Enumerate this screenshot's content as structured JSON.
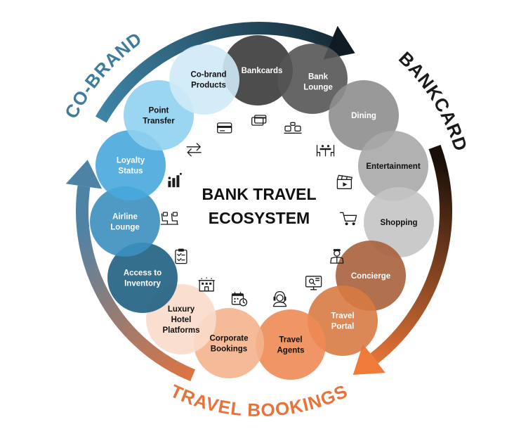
{
  "center_title": [
    "BANK TRAVEL",
    "ECOSYSTEM"
  ],
  "segments": [
    {
      "id": "bankcard",
      "label": "BANKCARD",
      "color": "#1a1a1a"
    },
    {
      "id": "travel-bookings",
      "label": "TRAVEL BOOKINGS",
      "color": "#e8733a"
    },
    {
      "id": "co-brand",
      "label": "CO-BRAND",
      "color": "#3e7c9e"
    }
  ],
  "nodes": [
    {
      "lines": [
        "Bankcards"
      ],
      "color": "#3a3a3a",
      "text_color": "#ffffff",
      "icon": "credit-cards-icon"
    },
    {
      "lines": [
        "Bank",
        "Lounge"
      ],
      "color": "#555555",
      "text_color": "#ffffff",
      "icon": "lounge-seating-icon"
    },
    {
      "lines": [
        "Dining"
      ],
      "color": "#8e8e8e",
      "text_color": "#ffffff",
      "icon": "dining-table-icon"
    },
    {
      "lines": [
        "Entertainment"
      ],
      "color": "#a9a9a9",
      "text_color": "#111111",
      "icon": "clapperboard-icon"
    },
    {
      "lines": [
        "Shopping"
      ],
      "color": "#c4c4c4",
      "text_color": "#111111",
      "icon": "shopping-cart-icon"
    },
    {
      "lines": [
        "Concierge"
      ],
      "color": "#a8623b",
      "text_color": "#ffffff",
      "icon": "concierge-icon"
    },
    {
      "lines": [
        "Travel",
        "Portal"
      ],
      "color": "#d77a44",
      "text_color": "#ffffff",
      "icon": "web-portal-icon"
    },
    {
      "lines": [
        "Travel",
        "Agents"
      ],
      "color": "#ee8a55",
      "text_color": "#111111",
      "icon": "headset-agent-icon"
    },
    {
      "lines": [
        "Corporate",
        "Bookings"
      ],
      "color": "#f4b38c",
      "text_color": "#111111",
      "icon": "calendar-clock-icon"
    },
    {
      "lines": [
        "Luxury",
        "Hotel",
        "Platforms"
      ],
      "color": "#f9dccb",
      "text_color": "#111111",
      "icon": "hotel-icon"
    },
    {
      "lines": [
        "Access to",
        "Inventory"
      ],
      "color": "#1f5f82",
      "text_color": "#ffffff",
      "icon": "inventory-clipboard-icon"
    },
    {
      "lines": [
        "Airline",
        "Lounge"
      ],
      "color": "#3b8fbf",
      "text_color": "#ffffff",
      "icon": "airline-seats-icon"
    },
    {
      "lines": [
        "Loyalty",
        "Status"
      ],
      "color": "#48a9dd",
      "text_color": "#ffffff",
      "icon": "loyalty-chart-icon"
    },
    {
      "lines": [
        "Point",
        "Transfer"
      ],
      "color": "#8fd0ef",
      "text_color": "#111111",
      "icon": "transfer-arrows-icon"
    },
    {
      "lines": [
        "Co-brand",
        "Products"
      ],
      "color": "#cfeaf7",
      "text_color": "#111111",
      "icon": "co-brand-card-icon"
    }
  ]
}
